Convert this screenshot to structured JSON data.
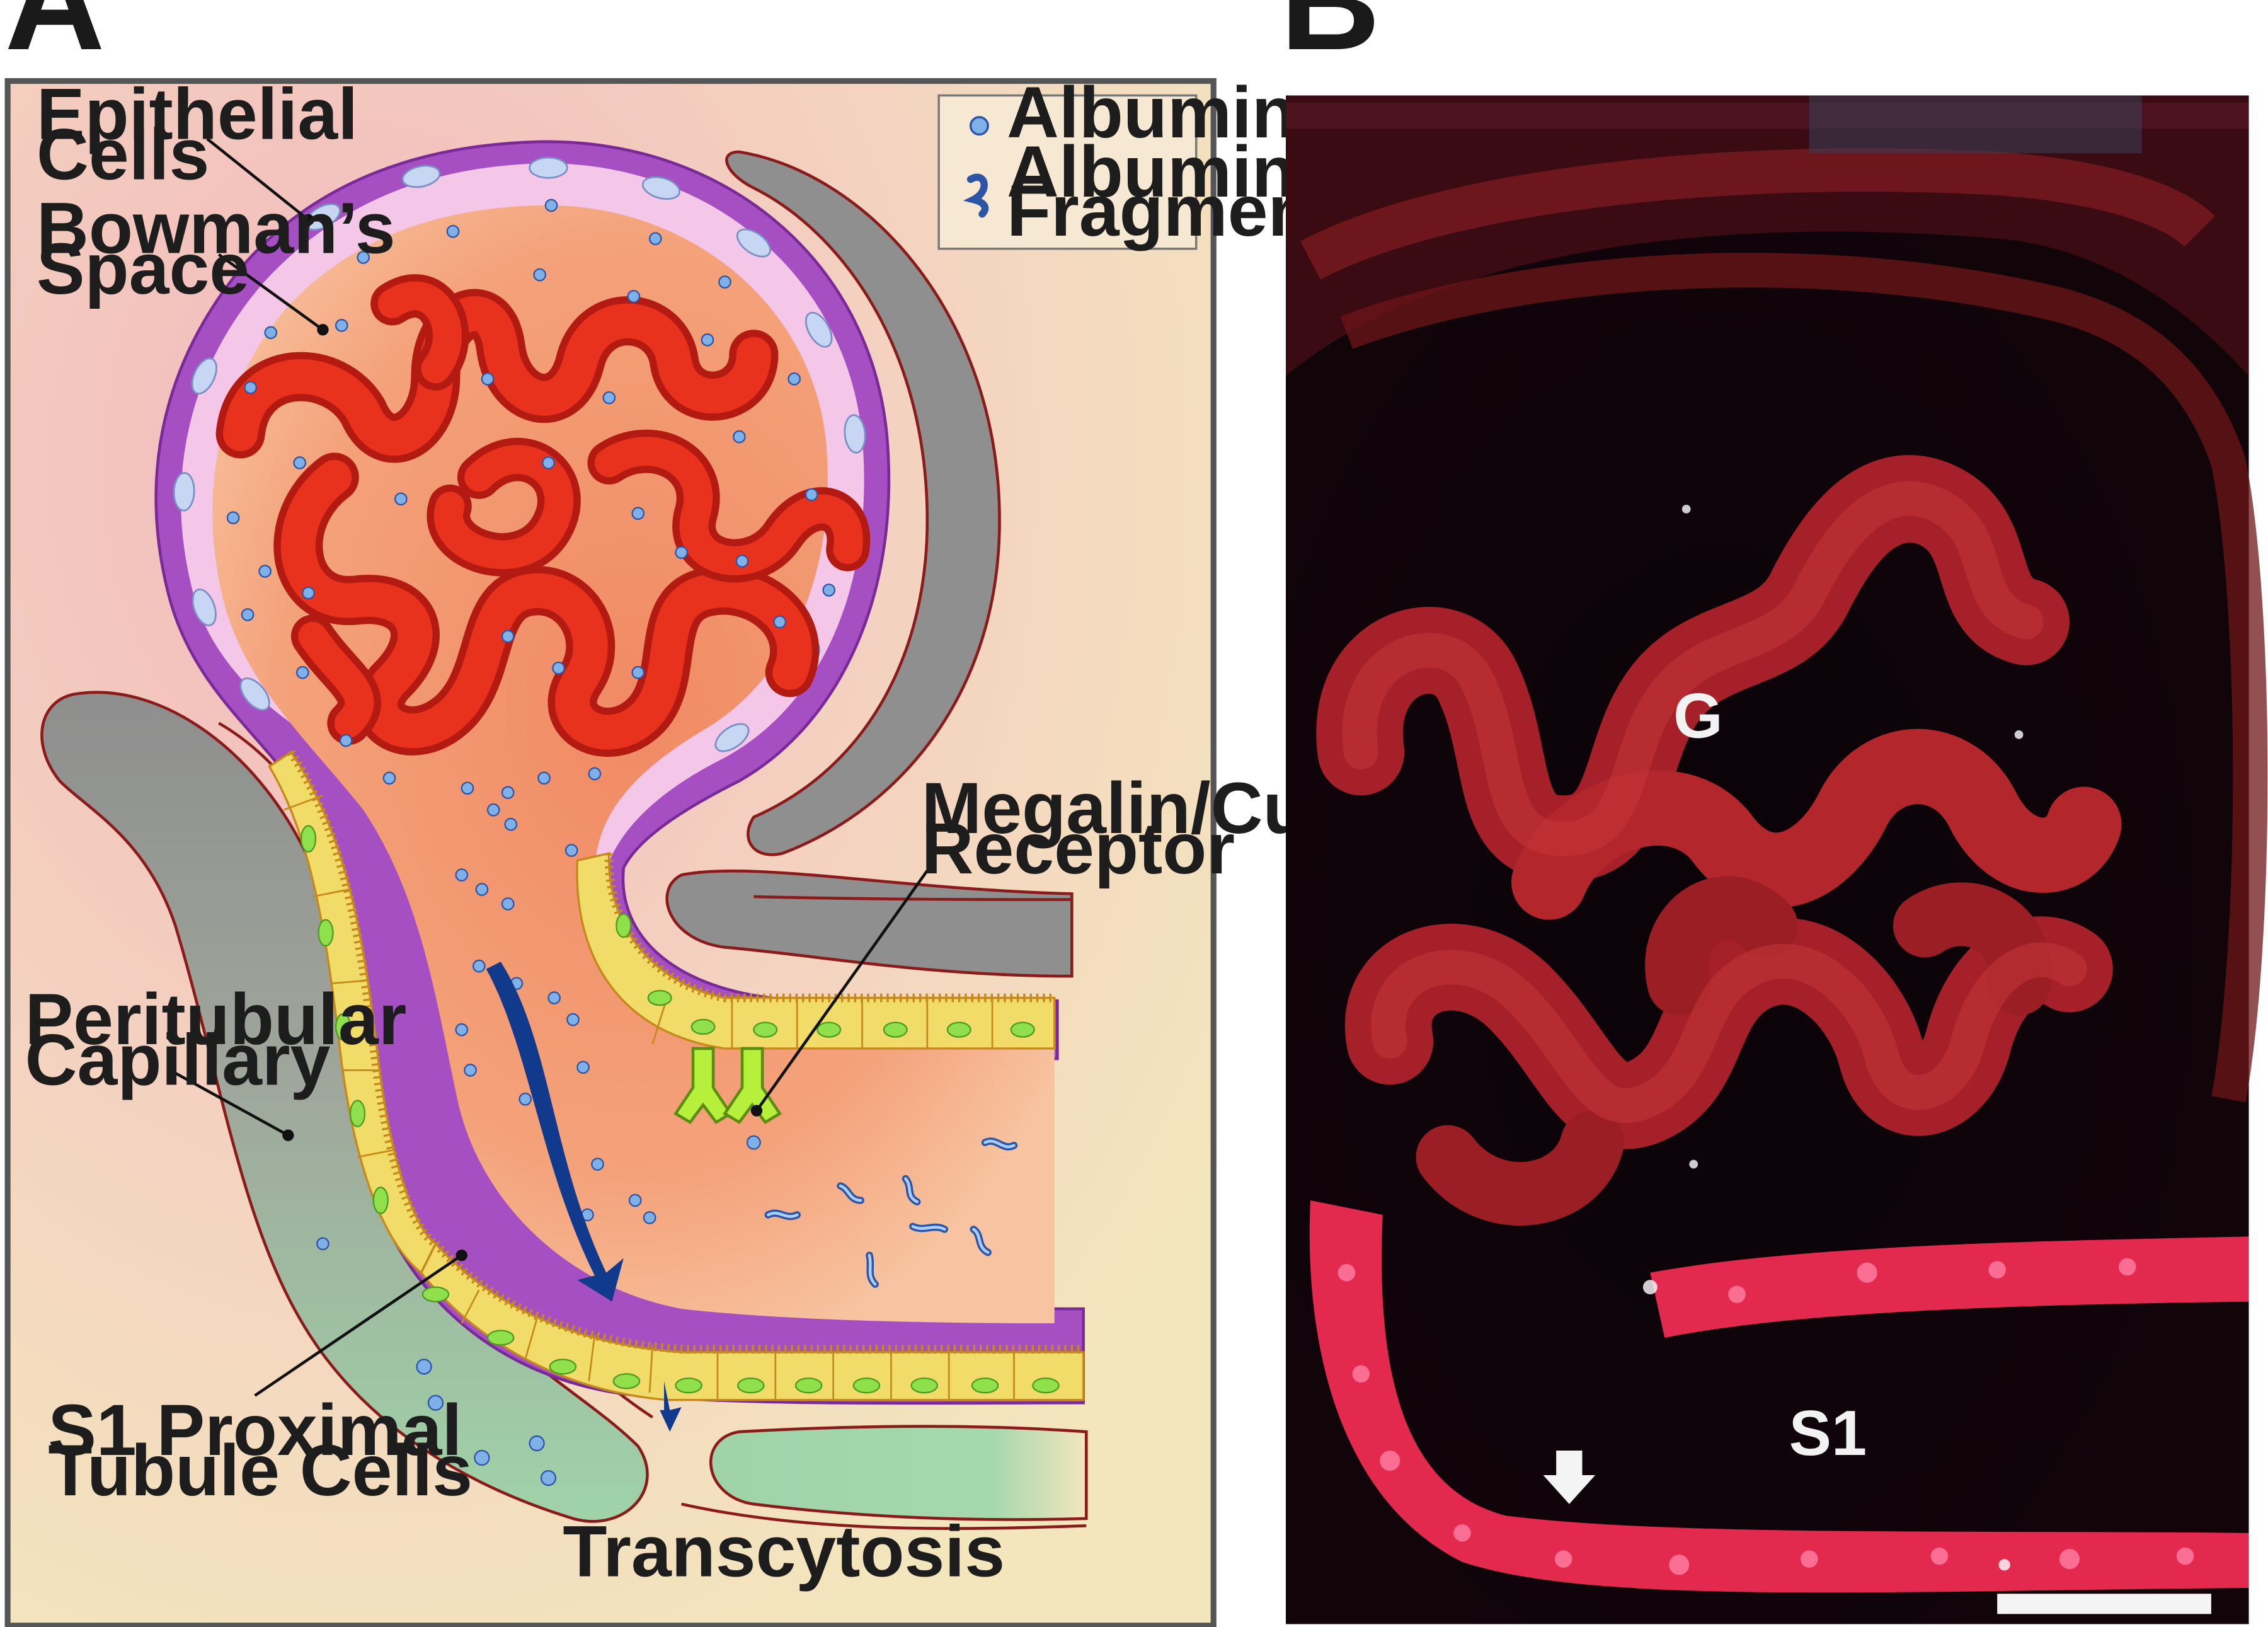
{
  "panels": {
    "a": {
      "letter": "A",
      "labels": {
        "epithelial_1": "Epithelial",
        "epithelial_2": "Cells",
        "bowman_1": "Bowman’s",
        "bowman_2": "Space",
        "peritubular_1": "Peritubular",
        "peritubular_2": "Capillary",
        "s1_1": "S1 Proximal",
        "s1_2": "Tubule Cells",
        "megalin_1": "Megalin/Cubulin",
        "megalin_2": "Receptor",
        "transcytosis": "Transcytosis"
      },
      "legend": {
        "albumin": "Albumin",
        "fragments_1": "Albumin",
        "fragments_2": "Fragments"
      }
    },
    "b": {
      "letter": "B",
      "labels": {
        "glomerulus": "G",
        "segment": "S1"
      }
    }
  },
  "colors": {
    "glomerulus_red": "#e8321e",
    "epithelium_purple": "#a64fc2",
    "tubule_cell_yellow": "#f1dc6a",
    "receptor_green": "#b6f03a",
    "albumin_blue": "#7fb0e8",
    "capillary_green": "#9fd3a8",
    "capillary_gray": "#8f8f8f",
    "micrograph_red": "#b4262b",
    "micrograph_pink": "#ff3b6b"
  }
}
